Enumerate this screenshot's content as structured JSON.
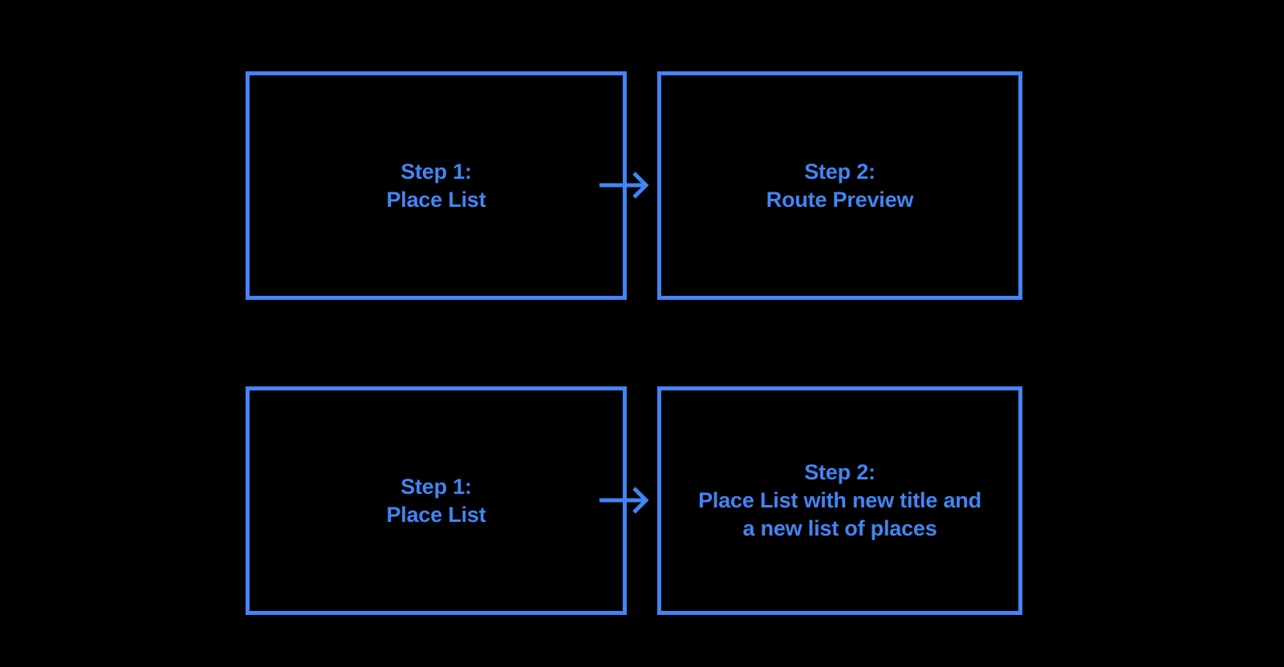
{
  "diagram": {
    "type": "flow",
    "background_color": "#000000",
    "accent_color": "#4285f4",
    "rows": [
      {
        "id": "row-1",
        "boxes": [
          {
            "id": "row1-step1",
            "label": "Step 1:\nPlace List"
          },
          {
            "id": "row1-step2",
            "label": "Step 2:\nRoute Preview"
          }
        ],
        "connector": {
          "id": "row1-arrow",
          "icon": "arrow-right-icon",
          "direction": "right"
        }
      },
      {
        "id": "row-2",
        "boxes": [
          {
            "id": "row2-step1",
            "label": "Step 1:\nPlace List"
          },
          {
            "id": "row2-step2",
            "label": "Step 2:\nPlace List with new title and\na new list of places"
          }
        ],
        "connector": {
          "id": "row2-arrow",
          "icon": "arrow-right-icon",
          "direction": "right"
        }
      }
    ]
  }
}
